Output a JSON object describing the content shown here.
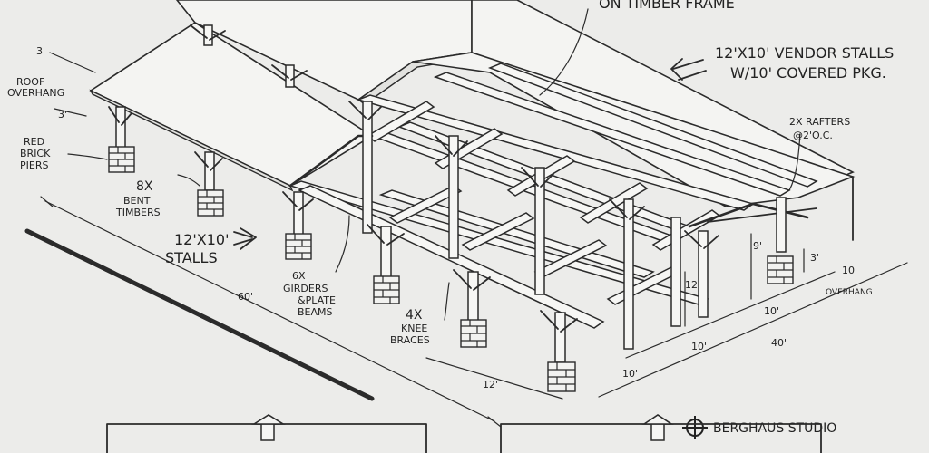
{
  "annotations": {
    "timber_frame": "ON TIMBER FRAME",
    "vendor_stalls_l1": "12'x10' VENDOR STALLS",
    "vendor_stalls_l2": "W/10' COVERED PKG.",
    "rafters_l1": "2X RAFTERS",
    "rafters_l2": "@2'O.C.",
    "roof_overhang_l1": "ROOF",
    "roof_overhang_l2": "OVERHANG",
    "brick_l1": "RED",
    "brick_l2": "BRICK",
    "brick_l3": "PIERS",
    "bent_l1": "8X",
    "bent_l2": "BENT",
    "bent_l3": "TIMBERS",
    "stalls_l1": "12'x10'",
    "stalls_l2": "STALLS",
    "girders_l1": "6X",
    "girders_l2": "GIRDERS",
    "girders_l3": "&PLATE",
    "girders_l4": "BEAMS",
    "knee_l1": "4x",
    "knee_l2": "KNEE",
    "knee_l3": "BRACES",
    "studio": "BERGHAUS STUDIO"
  },
  "dimensions": {
    "d60": "60'",
    "d12": "12'",
    "d10a": "10'",
    "d10b": "10'",
    "d10c": "10'",
    "d40": "40'",
    "d10over": "10'",
    "overhang": "OVERHANG",
    "d12h": "12'",
    "d9": "9'",
    "d3": "3'",
    "d3a": "3'",
    "d3b": "3'"
  }
}
